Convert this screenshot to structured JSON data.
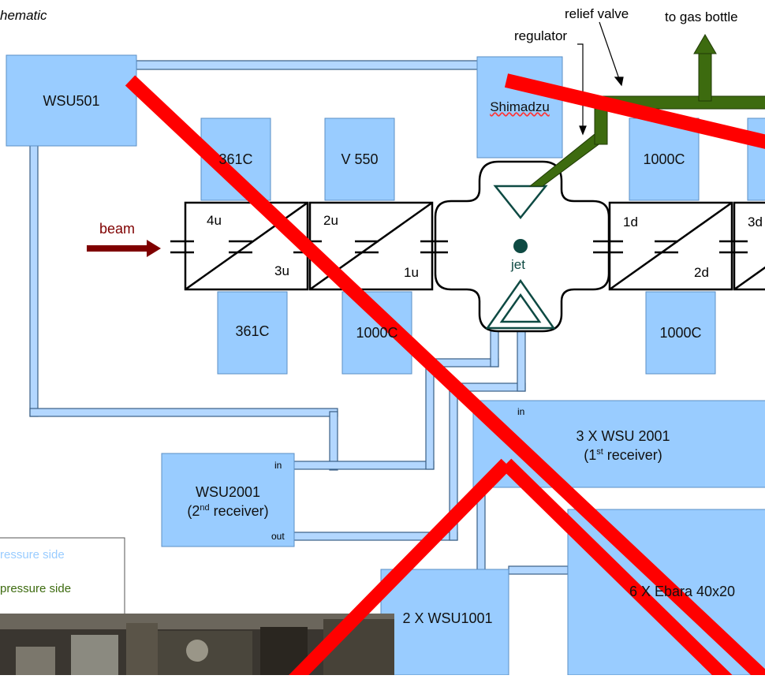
{
  "header": {
    "title_fragment": "hematic"
  },
  "labels": {
    "relief_valve": "relief valve",
    "to_gas_bottle": "to gas bottle",
    "regulator": "regulator",
    "beam": "beam",
    "jet": "jet"
  },
  "boxes": {
    "wsu501": "WSU501",
    "shimadzu": "Shimadzu",
    "top_361c": "361C",
    "v550": "V 550",
    "top_1000c": "1000C",
    "bottom_361c": "361C",
    "bottom_1000c_left": "1000C",
    "bottom_1000c_right": "1000C",
    "wsu2001_title": "WSU2001",
    "wsu2001_sub_pre": "(2",
    "wsu2001_sub_sup": "nd",
    "wsu2001_sub_post": " receiver)",
    "wsu2001_in": "in",
    "wsu2001_out": "out",
    "wsu2001x3_title": "3 X WSU 2001",
    "wsu2001x3_sub_pre": "(1",
    "wsu2001x3_sub_sup": "st",
    "wsu2001x3_sub_post": " receiver)",
    "wsu2001x3_in": "in",
    "wsu1001": "2 X WSU1001",
    "ebara": "6 X Ebara 40x20"
  },
  "chambers": {
    "c1_top": "4u",
    "c1_bottom": "3u",
    "c2_top": "2u",
    "c2_bottom": "1u",
    "c3_top": "1d",
    "c3_bottom": "2d",
    "c4_top": "3d"
  },
  "legend": {
    "low_pressure": "ressure side",
    "high_pressure": "pressure side"
  },
  "colors": {
    "box_fill": "#99ccff",
    "pipe_fill": "#b3d7ff",
    "gas_line": "#3d6b0f",
    "beam_arrow": "#7f0000",
    "cross_out": "#ff0000",
    "jet_marker": "#0e4a43"
  }
}
